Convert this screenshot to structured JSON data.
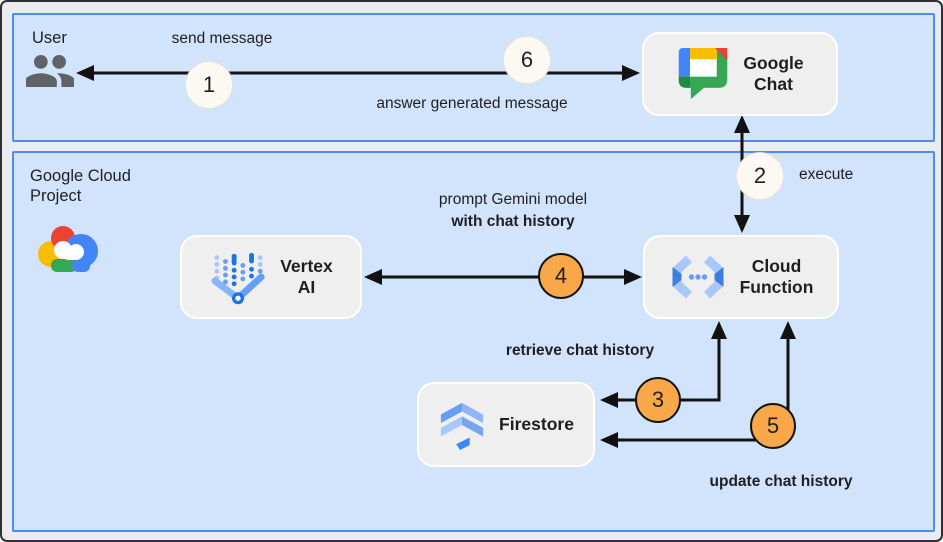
{
  "colors": {
    "canvas_bg": "#eaecef",
    "canvas_border": "#2e3033",
    "panel_bg": "#d2e3fc",
    "panel_border": "#4b8cf5",
    "node_bg": "#efefef",
    "node_border": "#ffffff",
    "arrow": "#121212",
    "text": "#1e1f21",
    "step_plain_bg": "#fcf9f3",
    "step_plain_border": "#e4e1da",
    "step_accent_bg": "#f8a849",
    "step_accent_border": "#141414"
  },
  "zones": {
    "user_zone": {
      "label": "User",
      "icon": "user-group-icon"
    },
    "gcp_zone": {
      "label": "Google Cloud\nProject",
      "icon": "google-cloud-logo"
    }
  },
  "nodes": {
    "google_chat": {
      "label": "Google\nChat",
      "icon": "google-chat-logo"
    },
    "cloud_function": {
      "label": "Cloud\nFunction",
      "icon": "cloud-functions-logo"
    },
    "vertex_ai": {
      "label": "Vertex\nAI",
      "icon": "vertex-ai-logo"
    },
    "firestore": {
      "label": "Firestore",
      "icon": "firestore-logo"
    }
  },
  "labels": {
    "send_message": "send message",
    "answer_generated_message": "answer generated message",
    "execute": "execute",
    "prompt_gemini_line1": "prompt Gemini model",
    "prompt_gemini_line2": "with chat history",
    "retrieve_chat_history": "retrieve chat history",
    "update_chat_history": "update chat history"
  },
  "steps": [
    {
      "n": "1",
      "style": "plain"
    },
    {
      "n": "2",
      "style": "plain"
    },
    {
      "n": "3",
      "style": "accent"
    },
    {
      "n": "4",
      "style": "accent"
    },
    {
      "n": "5",
      "style": "accent"
    },
    {
      "n": "6",
      "style": "plain"
    }
  ],
  "edges": [
    {
      "step": "1",
      "label": "send message",
      "from": "google_chat",
      "to": "user",
      "bidirectional": true
    },
    {
      "step": "6",
      "label": "answer generated message",
      "from": "user",
      "to": "google_chat",
      "bidirectional": true
    },
    {
      "step": "2",
      "label": "execute",
      "from": "google_chat",
      "to": "cloud_function",
      "bidirectional": true
    },
    {
      "step": "4",
      "label": "prompt Gemini model with chat history",
      "from": "cloud_function",
      "to": "vertex_ai",
      "bidirectional": true
    },
    {
      "step": "3",
      "label": "retrieve chat history",
      "from": "cloud_function",
      "to": "firestore",
      "bidirectional": true
    },
    {
      "step": "5",
      "label": "update chat history",
      "from": "cloud_function",
      "to": "firestore",
      "bidirectional": true
    }
  ]
}
